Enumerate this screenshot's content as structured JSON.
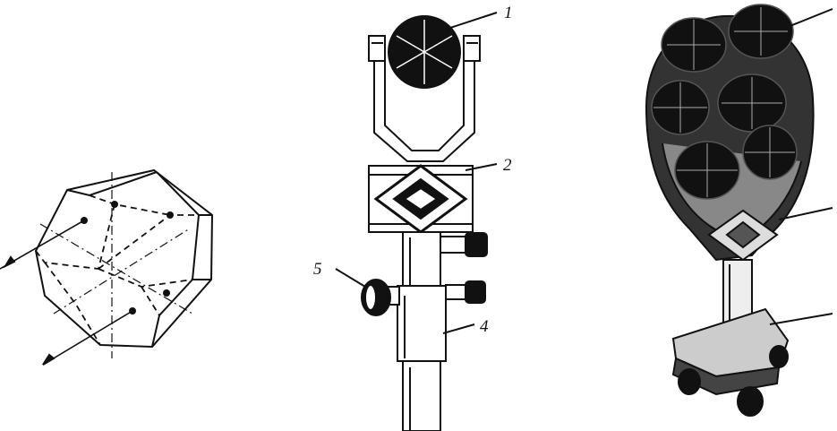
{
  "figures": [
    {
      "id": "prism-diagram",
      "labels": []
    },
    {
      "id": "reflector-on-pole",
      "labels": [
        {
          "key": "label_1",
          "text": "1"
        },
        {
          "key": "label_2",
          "text": "2"
        },
        {
          "key": "label_4",
          "text": "4"
        },
        {
          "key": "label_5",
          "text": "5"
        }
      ]
    },
    {
      "id": "multi-prism-reflector",
      "labels": []
    }
  ],
  "labels": {
    "l1": "1",
    "l2": "2",
    "l4": "4",
    "l5": "5"
  }
}
